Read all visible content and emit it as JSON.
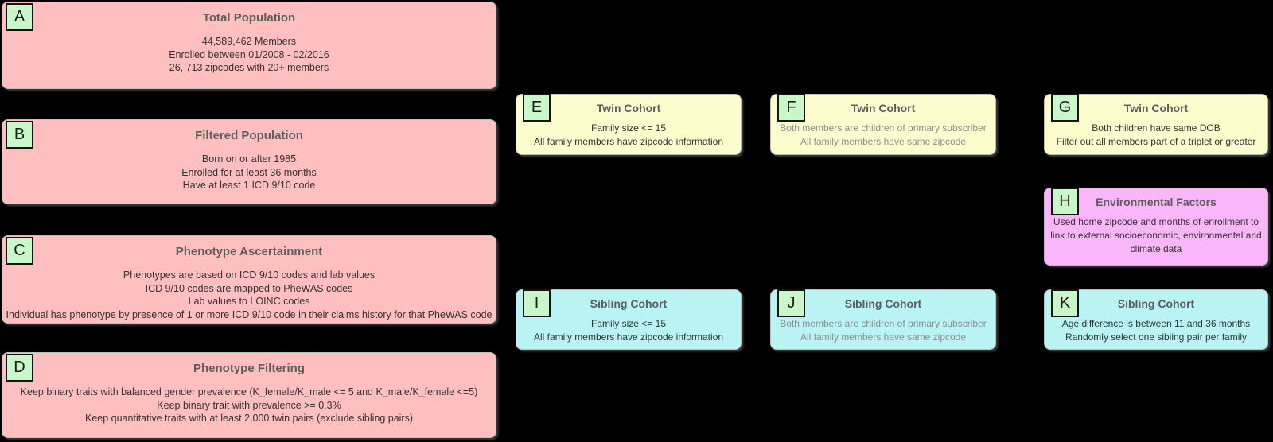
{
  "colors": {
    "background": "#000000",
    "node-border": "#bdbdbd",
    "pink": "#ffbfbf",
    "yellow": "#fdfccd",
    "cyan": "#b9f3f3",
    "magenta": "#f9b7fa",
    "label-green": "#c9f7c9",
    "label-border": "#151515",
    "title-text": "#5d5d5d",
    "body-text": "#333333",
    "muted-text": "#8d8d8d"
  },
  "boxes": [
    {
      "label": "A",
      "title": "Total Population",
      "lines": [
        "44,589,462 Members",
        "Enrolled between 01/2008 - 02/2016",
        "26, 713 zipcodes with 20+ members"
      ]
    },
    {
      "label": "B",
      "title": "Filtered Population",
      "lines": [
        "Born on or after 1985",
        "Enrolled for at least 36 months",
        "Have at least 1 ICD 9/10 code"
      ]
    },
    {
      "label": "C",
      "title": "Phenotype Ascertainment",
      "lines": [
        "Phenotypes are based on ICD 9/10 codes and lab values",
        "ICD 9/10 codes are mapped to PheWAS codes",
        "Lab values to LOINC codes",
        "Individual has phenotype by presence of 1 or more ICD 9/10 code in their claims history for that PheWAS code"
      ]
    },
    {
      "label": "D",
      "title": "Phenotype Filtering",
      "lines": [
        "Keep binary traits with balanced gender prevalence (K_female/K_male <= 5 and K_male/K_female <=5)",
        "Keep binary trait with prevalence >= 0.3%",
        "Keep quantitative traits with at least 2,000 twin pairs (exclude sibling pairs)"
      ]
    },
    {
      "label": "E",
      "title": "Twin Cohort",
      "lines": [
        "Family size <= 15",
        "All family members have zipcode information"
      ]
    },
    {
      "label": "F",
      "title": "Twin Cohort",
      "lines": [
        "Both members are children of primary subscriber",
        "All family members have same zipcode"
      ]
    },
    {
      "label": "G",
      "title": "Twin Cohort",
      "lines": [
        "Both children have same DOB",
        "Filter out all members part of a triplet or greater"
      ]
    },
    {
      "label": "H",
      "title": "Environmental Factors",
      "lines": [
        "Used home zipcode and months of enrollment to",
        "link to external socioeconomic, environmental and",
        "climate data"
      ]
    },
    {
      "label": "I",
      "title": "Sibling Cohort",
      "lines": [
        "Family size <= 15",
        "All family members have zipcode information"
      ]
    },
    {
      "label": "J",
      "title": "Sibling Cohort",
      "lines": [
        "Both members are children of primary subscriber",
        "All family members have same zipcode"
      ]
    },
    {
      "label": "K",
      "title": "Sibling Cohort",
      "lines": [
        "Age difference is between 11 and 36 months",
        "Randomly select one sibling pair per family"
      ]
    }
  ]
}
